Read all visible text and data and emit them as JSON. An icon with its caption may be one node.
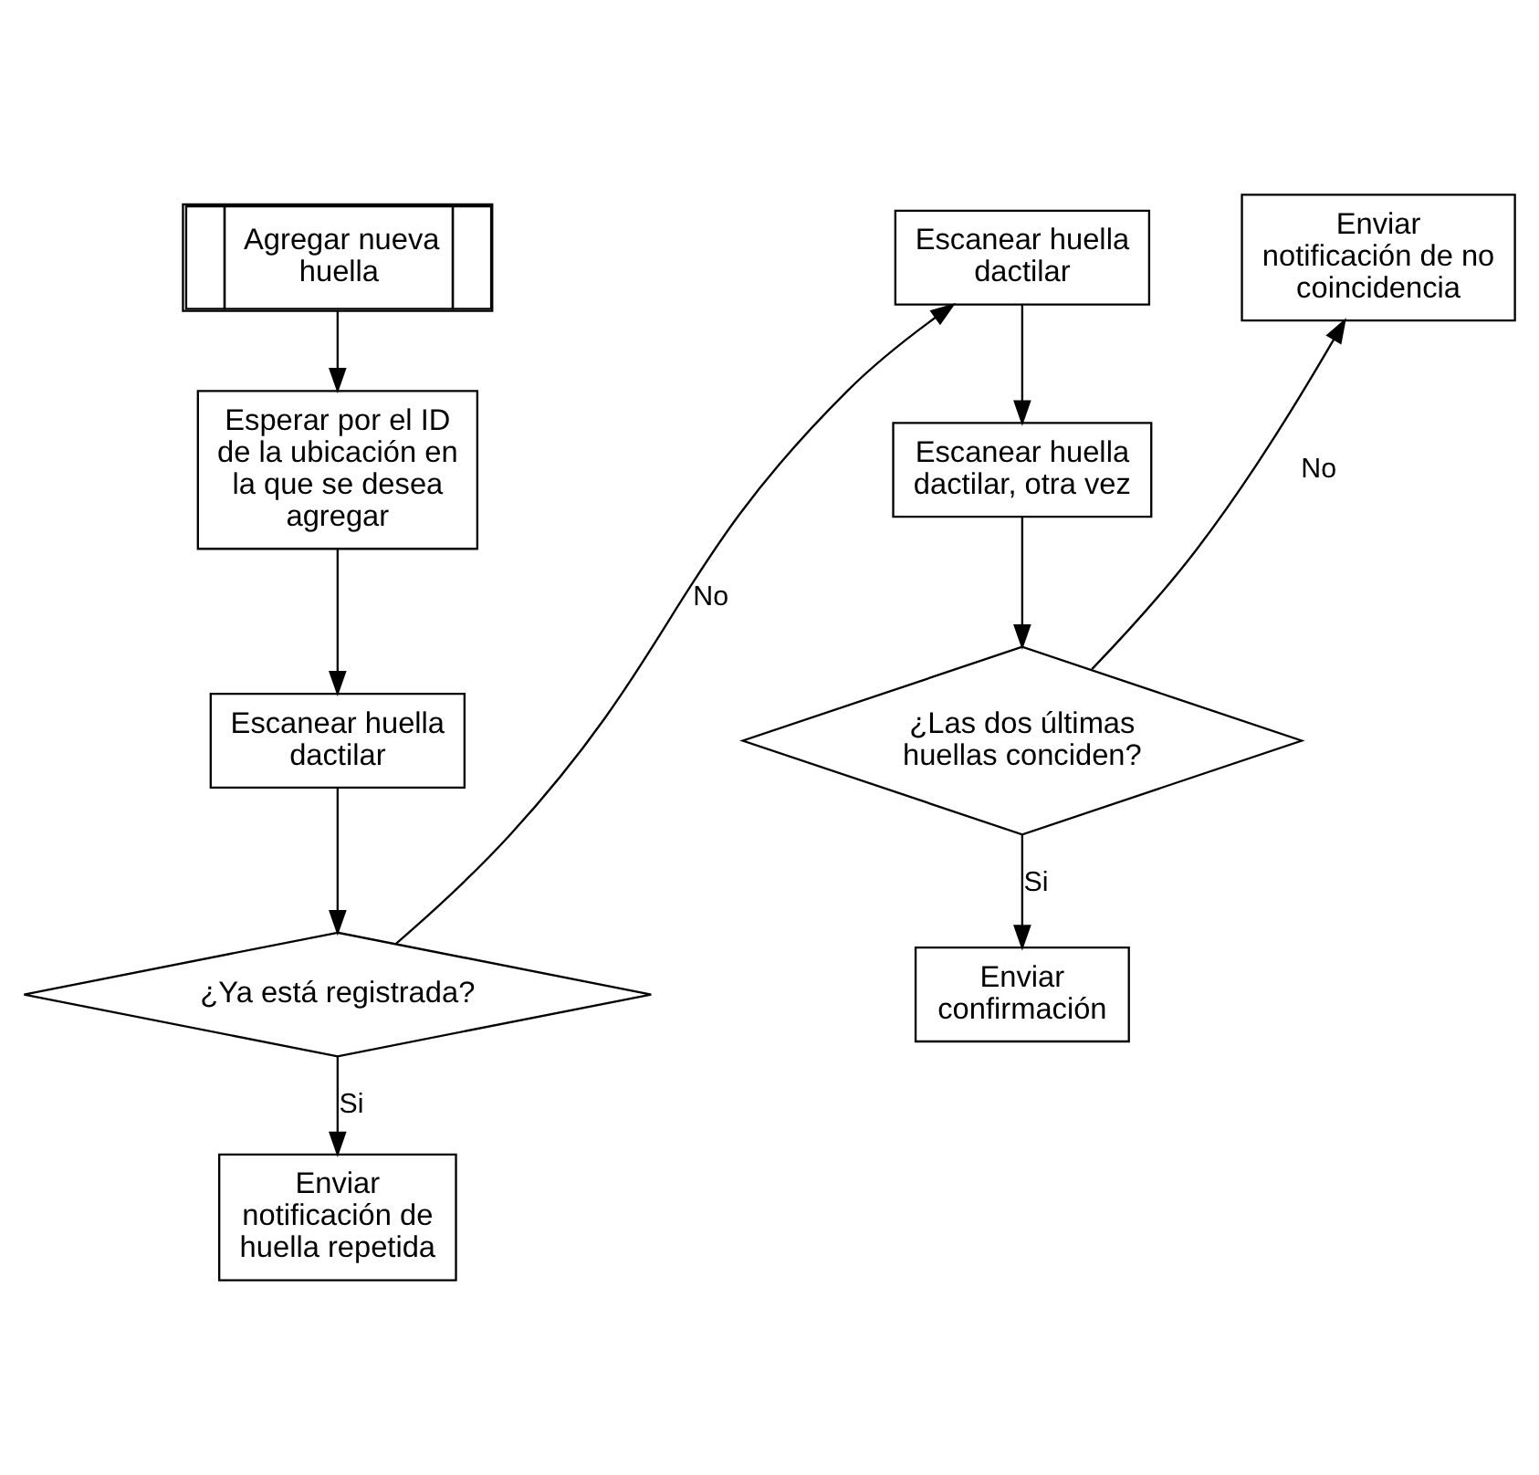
{
  "diagram": {
    "nodes": [
      {
        "text": [
          "Agregar nueva huella"
        ]
      },
      {
        "text": [
          "Esperar por el ID de la ubicación en la que se desea agregar"
        ]
      },
      {
        "text": [
          "Escanear huella dactilar"
        ]
      },
      {
        "text": [
          "¿Ya está registrada?"
        ]
      },
      {
        "text": [
          "Enviar notificación de huella repetida"
        ]
      },
      {
        "text": [
          "Escanear huella dactilar"
        ]
      },
      {
        "text": [
          "Escanear huella dactilar, otra vez"
        ]
      },
      {
        "text": [
          "¿Las dos últimas huellas conciden?"
        ]
      },
      {
        "text": [
          "Enviar confirmación"
        ]
      },
      {
        "text": [
          "Enviar notificación de no coincidencia"
        ]
      }
    ],
    "edges": [
      {
        "from": 0,
        "to": 1,
        "arrow": "to"
      },
      {
        "from": 1,
        "to": 2,
        "arrow": "to"
      },
      {
        "from": 2,
        "to": 3,
        "arrow": "to"
      },
      {
        "from": 3,
        "to": 4,
        "arrow": "to",
        "label": "Si"
      },
      {
        "from": 3,
        "to": 5,
        "arrow": "to",
        "label": "No"
      },
      {
        "from": 5,
        "to": 6,
        "arrow": "to"
      },
      {
        "from": 6,
        "to": 7,
        "arrow": "to"
      },
      {
        "from": 7,
        "to": 8,
        "arrow": "to",
        "label": "Si"
      },
      {
        "from": 7,
        "to": 9,
        "arrow": "to",
        "label": "No"
      }
    ]
  }
}
